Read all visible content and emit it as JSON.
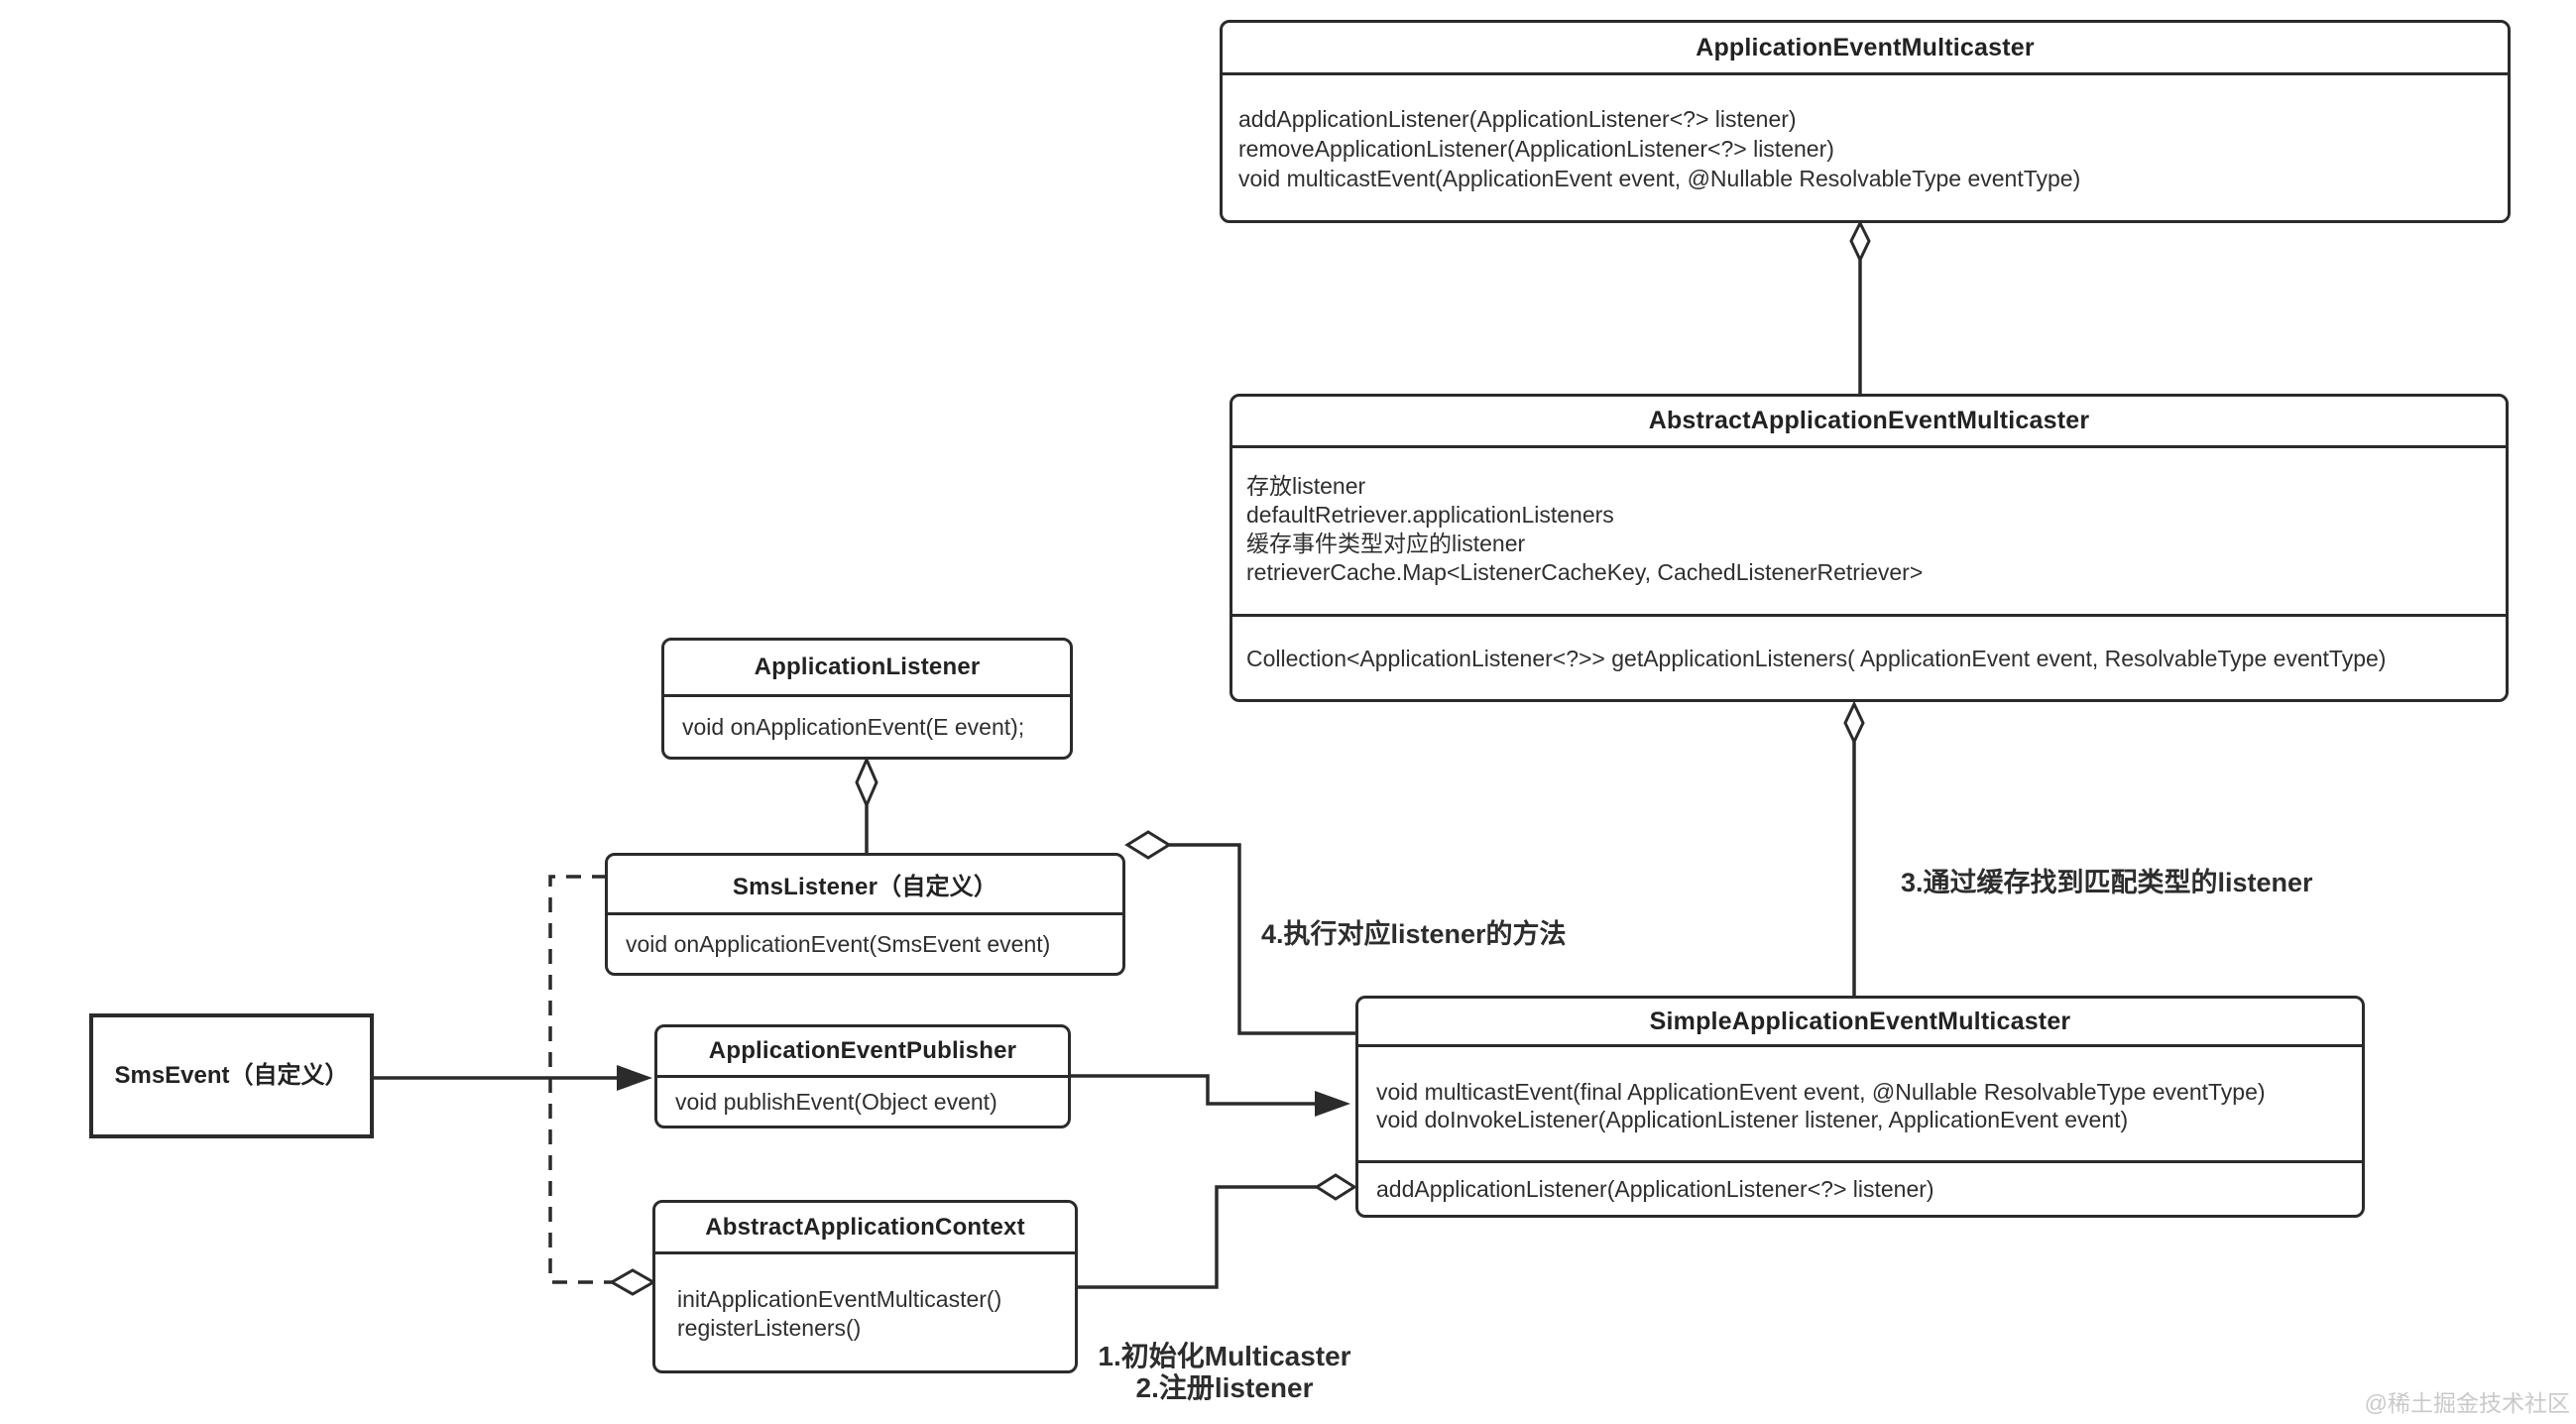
{
  "theme": {
    "background": "#ffffff",
    "box_fill": "#ffffff",
    "line_color": "#2b2b2b",
    "text_color": "#2f2f2f",
    "watermark_color": "#c9c9c9"
  },
  "diagram_type": "uml-class-diagram",
  "classes": {
    "application_event_multicaster": {
      "title": "ApplicationEventMulticaster",
      "methods": [
        "addApplicationListener(ApplicationListener<?> listener)",
        "removeApplicationListener(ApplicationListener<?> listener)",
        "void multicastEvent(ApplicationEvent event, @Nullable ResolvableType eventType)"
      ]
    },
    "abstract_application_event_multicaster": {
      "title": "AbstractApplicationEventMulticaster",
      "attributes": [
        "存放listener",
        "defaultRetriever.applicationListeners",
        "缓存事件类型对应的listener",
        "retrieverCache.Map<ListenerCacheKey, CachedListenerRetriever>"
      ],
      "methods": [
        "Collection<ApplicationListener<?>> getApplicationListeners( ApplicationEvent event, ResolvableType eventType)"
      ]
    },
    "application_listener": {
      "title": "ApplicationListener",
      "methods": [
        "void onApplicationEvent(E event);"
      ]
    },
    "sms_listener": {
      "title": "SmsListener（自定义）",
      "methods": [
        "void onApplicationEvent(SmsEvent event)"
      ]
    },
    "sms_event": {
      "title": "SmsEvent（自定义）"
    },
    "application_event_publisher": {
      "title": "ApplicationEventPublisher",
      "methods": [
        "void publishEvent(Object event)"
      ]
    },
    "abstract_application_context": {
      "title": "AbstractApplicationContext",
      "methods": [
        "initApplicationEventMulticaster()",
        "registerListeners()"
      ]
    },
    "simple_application_event_multicaster": {
      "title": "SimpleApplicationEventMulticaster",
      "methods": [
        "void multicastEvent(final ApplicationEvent event, @Nullable ResolvableType eventType)",
        "void doInvokeListener(ApplicationListener listener, ApplicationEvent event)"
      ],
      "extra_methods": [
        "addApplicationListener(ApplicationListener<?> listener)"
      ]
    }
  },
  "annotations": {
    "step1": "1.初始化Multicaster",
    "step2": "2.注册listener",
    "step3": "3.通过缓存找到匹配类型的listener",
    "step4": "4.执行对应listener的方法"
  },
  "watermark": "@稀土掘金技术社区"
}
